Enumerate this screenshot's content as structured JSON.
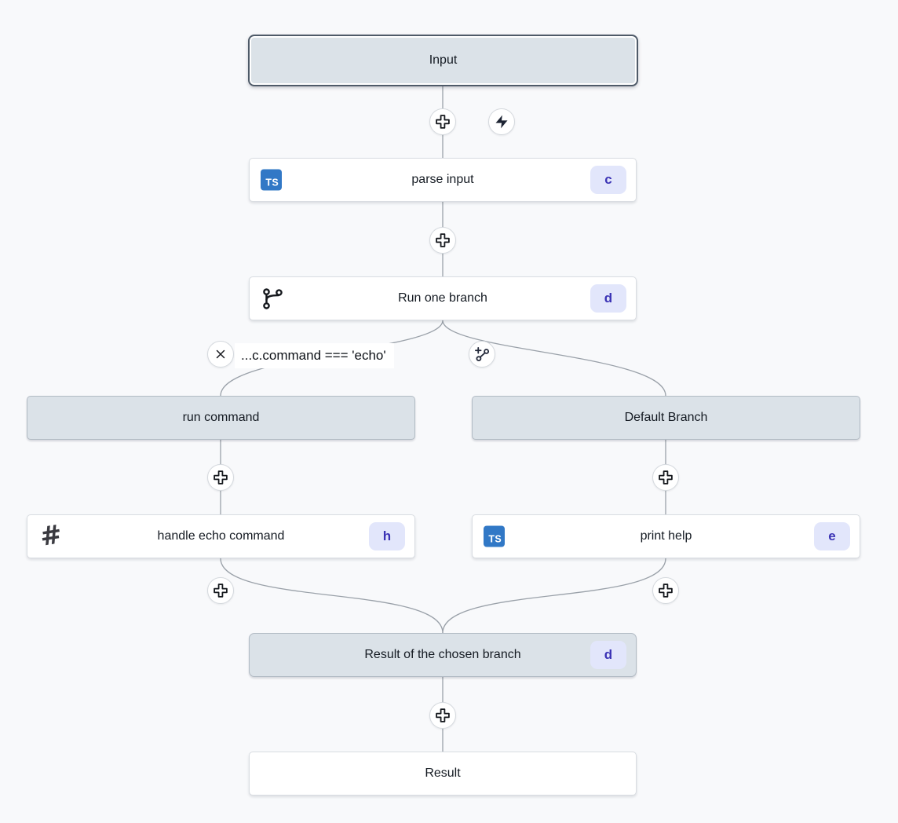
{
  "flow": {
    "nodes": {
      "input": {
        "label": "Input"
      },
      "parse_input": {
        "label": "parse input",
        "badge": "c",
        "icon": "typescript-icon"
      },
      "run_one_branch": {
        "label": "Run one branch",
        "badge": "d",
        "icon": "git-branch-icon"
      },
      "branch_condition": {
        "label": "...c.command === 'echo'"
      },
      "run_command": {
        "label": "run command"
      },
      "handle_echo_command": {
        "label": "handle echo command",
        "badge": "h",
        "icon": "hash-icon"
      },
      "default_branch": {
        "label": "Default Branch"
      },
      "print_help": {
        "label": "print help",
        "badge": "e",
        "icon": "typescript-icon"
      },
      "result_of_chosen_branch": {
        "label": "Result of the chosen branch",
        "badge": "d"
      },
      "result": {
        "label": "Result"
      }
    },
    "icons": {
      "ts_label": "TS",
      "list": [
        "plus-icon",
        "lightning-icon",
        "close-icon",
        "add-branch-icon",
        "git-branch-icon",
        "hash-icon",
        "typescript-icon"
      ]
    },
    "colors": {
      "background": "#f8f9fb",
      "connector": "#9aa1a9",
      "node_gray_fill": "#dbe2e8",
      "selected_border": "#4e5a68",
      "badge_bg": "#e2e6fb",
      "badge_text": "#3b33b5",
      "typescript_blue": "#3178c6"
    }
  }
}
